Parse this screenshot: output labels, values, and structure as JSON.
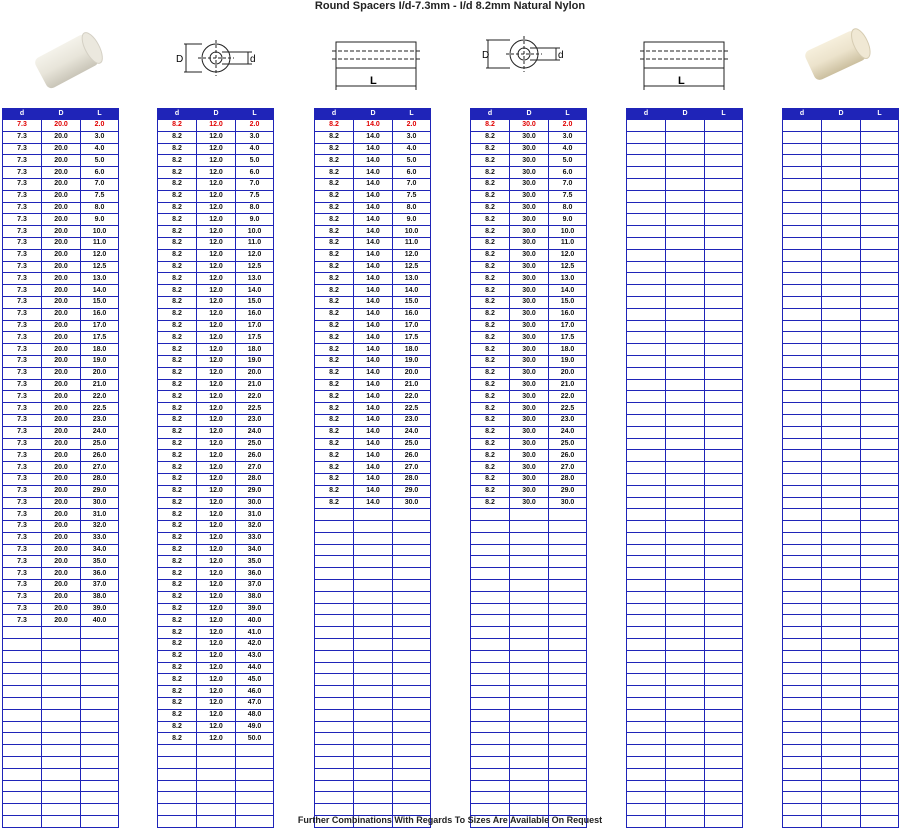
{
  "title": "Round Spacers I/d-7.3mm - I/d 8.2mm Natural Nylon",
  "footer": "Further Combinations With Regards To Sizes Are Available On Request",
  "colors": {
    "header_bg": "#1f24b8",
    "grid": "#1f24b8",
    "highlight": "#e00000"
  },
  "diagram_labels": {
    "D": "D",
    "d": "d",
    "L": "L"
  },
  "row_count": 60,
  "tables": [
    {
      "headers": [
        "d",
        "D",
        "L"
      ],
      "rows": [
        [
          "7.3",
          "20.0",
          "2.0"
        ],
        [
          "7.3",
          "20.0",
          "3.0"
        ],
        [
          "7.3",
          "20.0",
          "4.0"
        ],
        [
          "7.3",
          "20.0",
          "5.0"
        ],
        [
          "7.3",
          "20.0",
          "6.0"
        ],
        [
          "7.3",
          "20.0",
          "7.0"
        ],
        [
          "7.3",
          "20.0",
          "7.5"
        ],
        [
          "7.3",
          "20.0",
          "8.0"
        ],
        [
          "7.3",
          "20.0",
          "9.0"
        ],
        [
          "7.3",
          "20.0",
          "10.0"
        ],
        [
          "7.3",
          "20.0",
          "11.0"
        ],
        [
          "7.3",
          "20.0",
          "12.0"
        ],
        [
          "7.3",
          "20.0",
          "12.5"
        ],
        [
          "7.3",
          "20.0",
          "13.0"
        ],
        [
          "7.3",
          "20.0",
          "14.0"
        ],
        [
          "7.3",
          "20.0",
          "15.0"
        ],
        [
          "7.3",
          "20.0",
          "16.0"
        ],
        [
          "7.3",
          "20.0",
          "17.0"
        ],
        [
          "7.3",
          "20.0",
          "17.5"
        ],
        [
          "7.3",
          "20.0",
          "18.0"
        ],
        [
          "7.3",
          "20.0",
          "19.0"
        ],
        [
          "7.3",
          "20.0",
          "20.0"
        ],
        [
          "7.3",
          "20.0",
          "21.0"
        ],
        [
          "7.3",
          "20.0",
          "22.0"
        ],
        [
          "7.3",
          "20.0",
          "22.5"
        ],
        [
          "7.3",
          "20.0",
          "23.0"
        ],
        [
          "7.3",
          "20.0",
          "24.0"
        ],
        [
          "7.3",
          "20.0",
          "25.0"
        ],
        [
          "7.3",
          "20.0",
          "26.0"
        ],
        [
          "7.3",
          "20.0",
          "27.0"
        ],
        [
          "7.3",
          "20.0",
          "28.0"
        ],
        [
          "7.3",
          "20.0",
          "29.0"
        ],
        [
          "7.3",
          "20.0",
          "30.0"
        ],
        [
          "7.3",
          "20.0",
          "31.0"
        ],
        [
          "7.3",
          "20.0",
          "32.0"
        ],
        [
          "7.3",
          "20.0",
          "33.0"
        ],
        [
          "7.3",
          "20.0",
          "34.0"
        ],
        [
          "7.3",
          "20.0",
          "35.0"
        ],
        [
          "7.3",
          "20.0",
          "36.0"
        ],
        [
          "7.3",
          "20.0",
          "37.0"
        ],
        [
          "7.3",
          "20.0",
          "38.0"
        ],
        [
          "7.3",
          "20.0",
          "39.0"
        ],
        [
          "7.3",
          "20.0",
          "40.0"
        ]
      ]
    },
    {
      "headers": [
        "d",
        "D",
        "L"
      ],
      "rows": [
        [
          "8.2",
          "12.0",
          "2.0"
        ],
        [
          "8.2",
          "12.0",
          "3.0"
        ],
        [
          "8.2",
          "12.0",
          "4.0"
        ],
        [
          "8.2",
          "12.0",
          "5.0"
        ],
        [
          "8.2",
          "12.0",
          "6.0"
        ],
        [
          "8.2",
          "12.0",
          "7.0"
        ],
        [
          "8.2",
          "12.0",
          "7.5"
        ],
        [
          "8.2",
          "12.0",
          "8.0"
        ],
        [
          "8.2",
          "12.0",
          "9.0"
        ],
        [
          "8.2",
          "12.0",
          "10.0"
        ],
        [
          "8.2",
          "12.0",
          "11.0"
        ],
        [
          "8.2",
          "12.0",
          "12.0"
        ],
        [
          "8.2",
          "12.0",
          "12.5"
        ],
        [
          "8.2",
          "12.0",
          "13.0"
        ],
        [
          "8.2",
          "12.0",
          "14.0"
        ],
        [
          "8.2",
          "12.0",
          "15.0"
        ],
        [
          "8.2",
          "12.0",
          "16.0"
        ],
        [
          "8.2",
          "12.0",
          "17.0"
        ],
        [
          "8.2",
          "12.0",
          "17.5"
        ],
        [
          "8.2",
          "12.0",
          "18.0"
        ],
        [
          "8.2",
          "12.0",
          "19.0"
        ],
        [
          "8.2",
          "12.0",
          "20.0"
        ],
        [
          "8.2",
          "12.0",
          "21.0"
        ],
        [
          "8.2",
          "12.0",
          "22.0"
        ],
        [
          "8.2",
          "12.0",
          "22.5"
        ],
        [
          "8.2",
          "12.0",
          "23.0"
        ],
        [
          "8.2",
          "12.0",
          "24.0"
        ],
        [
          "8.2",
          "12.0",
          "25.0"
        ],
        [
          "8.2",
          "12.0",
          "26.0"
        ],
        [
          "8.2",
          "12.0",
          "27.0"
        ],
        [
          "8.2",
          "12.0",
          "28.0"
        ],
        [
          "8.2",
          "12.0",
          "29.0"
        ],
        [
          "8.2",
          "12.0",
          "30.0"
        ],
        [
          "8.2",
          "12.0",
          "31.0"
        ],
        [
          "8.2",
          "12.0",
          "32.0"
        ],
        [
          "8.2",
          "12.0",
          "33.0"
        ],
        [
          "8.2",
          "12.0",
          "34.0"
        ],
        [
          "8.2",
          "12.0",
          "35.0"
        ],
        [
          "8.2",
          "12.0",
          "36.0"
        ],
        [
          "8.2",
          "12.0",
          "37.0"
        ],
        [
          "8.2",
          "12.0",
          "38.0"
        ],
        [
          "8.2",
          "12.0",
          "39.0"
        ],
        [
          "8.2",
          "12.0",
          "40.0"
        ],
        [
          "8.2",
          "12.0",
          "41.0"
        ],
        [
          "8.2",
          "12.0",
          "42.0"
        ],
        [
          "8.2",
          "12.0",
          "43.0"
        ],
        [
          "8.2",
          "12.0",
          "44.0"
        ],
        [
          "8.2",
          "12.0",
          "45.0"
        ],
        [
          "8.2",
          "12.0",
          "46.0"
        ],
        [
          "8.2",
          "12.0",
          "47.0"
        ],
        [
          "8.2",
          "12.0",
          "48.0"
        ],
        [
          "8.2",
          "12.0",
          "49.0"
        ],
        [
          "8.2",
          "12.0",
          "50.0"
        ]
      ]
    },
    {
      "headers": [
        "d",
        "D",
        "L"
      ],
      "rows": [
        [
          "8.2",
          "14.0",
          "2.0"
        ],
        [
          "8.2",
          "14.0",
          "3.0"
        ],
        [
          "8.2",
          "14.0",
          "4.0"
        ],
        [
          "8.2",
          "14.0",
          "5.0"
        ],
        [
          "8.2",
          "14.0",
          "6.0"
        ],
        [
          "8.2",
          "14.0",
          "7.0"
        ],
        [
          "8.2",
          "14.0",
          "7.5"
        ],
        [
          "8.2",
          "14.0",
          "8.0"
        ],
        [
          "8.2",
          "14.0",
          "9.0"
        ],
        [
          "8.2",
          "14.0",
          "10.0"
        ],
        [
          "8.2",
          "14.0",
          "11.0"
        ],
        [
          "8.2",
          "14.0",
          "12.0"
        ],
        [
          "8.2",
          "14.0",
          "12.5"
        ],
        [
          "8.2",
          "14.0",
          "13.0"
        ],
        [
          "8.2",
          "14.0",
          "14.0"
        ],
        [
          "8.2",
          "14.0",
          "15.0"
        ],
        [
          "8.2",
          "14.0",
          "16.0"
        ],
        [
          "8.2",
          "14.0",
          "17.0"
        ],
        [
          "8.2",
          "14.0",
          "17.5"
        ],
        [
          "8.2",
          "14.0",
          "18.0"
        ],
        [
          "8.2",
          "14.0",
          "19.0"
        ],
        [
          "8.2",
          "14.0",
          "20.0"
        ],
        [
          "8.2",
          "14.0",
          "21.0"
        ],
        [
          "8.2",
          "14.0",
          "22.0"
        ],
        [
          "8.2",
          "14.0",
          "22.5"
        ],
        [
          "8.2",
          "14.0",
          "23.0"
        ],
        [
          "8.2",
          "14.0",
          "24.0"
        ],
        [
          "8.2",
          "14.0",
          "25.0"
        ],
        [
          "8.2",
          "14.0",
          "26.0"
        ],
        [
          "8.2",
          "14.0",
          "27.0"
        ],
        [
          "8.2",
          "14.0",
          "28.0"
        ],
        [
          "8.2",
          "14.0",
          "29.0"
        ],
        [
          "8.2",
          "14.0",
          "30.0"
        ]
      ]
    },
    {
      "headers": [
        "d",
        "D",
        "L"
      ],
      "rows": [
        [
          "8.2",
          "30.0",
          "2.0"
        ],
        [
          "8.2",
          "30.0",
          "3.0"
        ],
        [
          "8.2",
          "30.0",
          "4.0"
        ],
        [
          "8.2",
          "30.0",
          "5.0"
        ],
        [
          "8.2",
          "30.0",
          "6.0"
        ],
        [
          "8.2",
          "30.0",
          "7.0"
        ],
        [
          "8.2",
          "30.0",
          "7.5"
        ],
        [
          "8.2",
          "30.0",
          "8.0"
        ],
        [
          "8.2",
          "30.0",
          "9.0"
        ],
        [
          "8.2",
          "30.0",
          "10.0"
        ],
        [
          "8.2",
          "30.0",
          "11.0"
        ],
        [
          "8.2",
          "30.0",
          "12.0"
        ],
        [
          "8.2",
          "30.0",
          "12.5"
        ],
        [
          "8.2",
          "30.0",
          "13.0"
        ],
        [
          "8.2",
          "30.0",
          "14.0"
        ],
        [
          "8.2",
          "30.0",
          "15.0"
        ],
        [
          "8.2",
          "30.0",
          "16.0"
        ],
        [
          "8.2",
          "30.0",
          "17.0"
        ],
        [
          "8.2",
          "30.0",
          "17.5"
        ],
        [
          "8.2",
          "30.0",
          "18.0"
        ],
        [
          "8.2",
          "30.0",
          "19.0"
        ],
        [
          "8.2",
          "30.0",
          "20.0"
        ],
        [
          "8.2",
          "30.0",
          "21.0"
        ],
        [
          "8.2",
          "30.0",
          "22.0"
        ],
        [
          "8.2",
          "30.0",
          "22.5"
        ],
        [
          "8.2",
          "30.0",
          "23.0"
        ],
        [
          "8.2",
          "30.0",
          "24.0"
        ],
        [
          "8.2",
          "30.0",
          "25.0"
        ],
        [
          "8.2",
          "30.0",
          "26.0"
        ],
        [
          "8.2",
          "30.0",
          "27.0"
        ],
        [
          "8.2",
          "30.0",
          "28.0"
        ],
        [
          "8.2",
          "30.0",
          "29.0"
        ],
        [
          "8.2",
          "30.0",
          "30.0"
        ]
      ]
    },
    {
      "headers": [
        "d",
        "D",
        "L"
      ],
      "rows": []
    },
    {
      "headers": [
        "d",
        "D",
        "L"
      ],
      "rows": []
    }
  ]
}
